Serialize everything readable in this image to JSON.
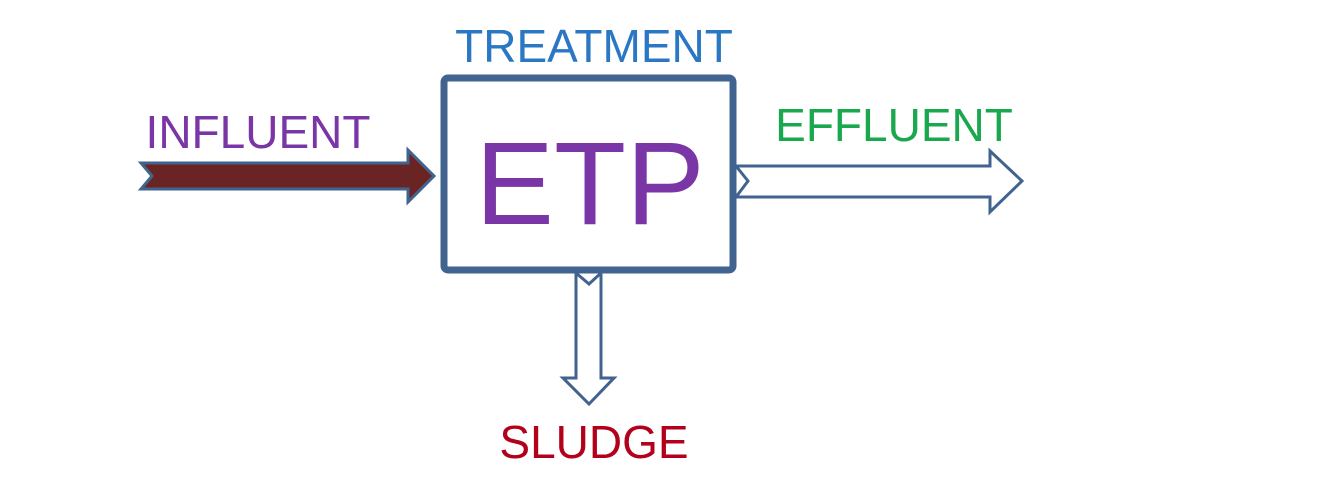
{
  "diagram": {
    "labels": {
      "treatment": "TREATMENT",
      "influent": "INFLUENT",
      "etp": "ETP",
      "effluent": "EFFLUENT",
      "sludge": "SLUDGE"
    },
    "colors": {
      "treatment": "#2a77c4",
      "influent": "#7a35a6",
      "etp": "#7a35a6",
      "effluent": "#1aa84e",
      "sludge": "#b3001b",
      "box_stroke": "#41638f",
      "influent_arrow_fill": "#6a2424",
      "arrow_stroke": "#41638f",
      "hollow_arrow_fill": "#ffffff"
    },
    "icons": {
      "influent_arrow": "right-arrow-filled",
      "effluent_arrow": "right-arrow-hollow",
      "sludge_arrow": "down-arrow-hollow"
    }
  }
}
